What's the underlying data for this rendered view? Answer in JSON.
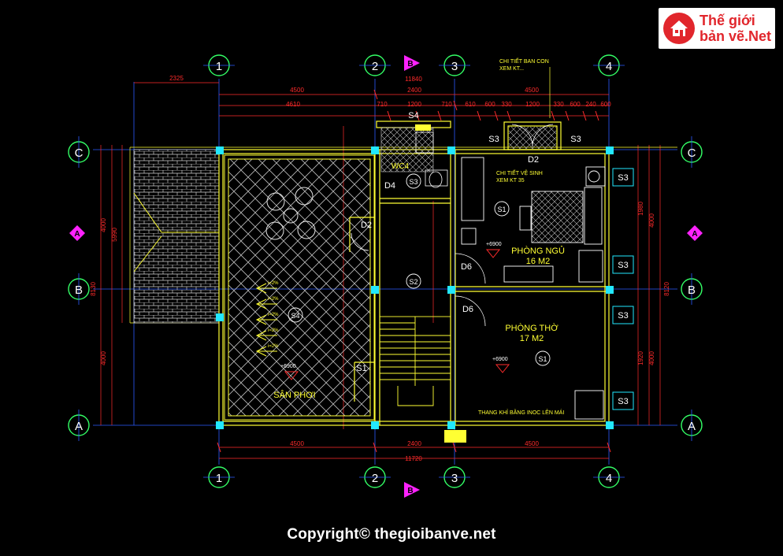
{
  "logo": {
    "line1": "Thế giới",
    "line2": "bản vẽ.Net"
  },
  "copyright": "Copyright© thegioibanve.net",
  "grid": {
    "col1": "1",
    "col2": "2",
    "col3": "3",
    "col4": "4",
    "rowA": "A",
    "rowB": "B",
    "rowC": "C",
    "secA": "A",
    "secB": "B"
  },
  "dims": {
    "top_2325": "2325",
    "top_11840": "11840",
    "top_4500a": "4500",
    "top_2400": "2400",
    "top_4500b": "4500",
    "top_4610": "4610",
    "top_710a": "710",
    "top_1200a": "1200",
    "top_710b": "710",
    "top_610": "610",
    "top_600a": "600",
    "top_330a": "330",
    "top_1200b": "1200",
    "top_330b": "330",
    "top_600b": "600",
    "top_240": "240",
    "top_600c": "600",
    "bot_4500a": "4500",
    "bot_2400": "2400",
    "bot_4500b": "4500",
    "bot_11720": "11720",
    "left_4000a": "4000",
    "left_5990": "5990",
    "left_8130": "8130",
    "left_4000b": "4000",
    "right_1980": "1980",
    "right_4000a": "4000",
    "right_8120": "8120",
    "right_1920": "1920",
    "right_4000b": "4000"
  },
  "labels": {
    "chi_tiet_ban_con_1": "CHI TIẾT BAN CON",
    "chi_tiet_ban_con_2": "XEM KT...",
    "chi_tiet_ve_sinh_1": "CHI TIẾT VỆ SINH",
    "chi_tiet_ve_sinh_2": "XEM KT 35",
    "wc4": "WC4",
    "phong_ngu": "PHÒNG NGỦ",
    "phong_ngu_area": "16 M2",
    "phong_tho": "PHÒNG THỜ",
    "phong_tho_area": "17 M2",
    "san_phoi": "SÂN PHƠI",
    "thang_khi": "THANG KHỈ BẰNG INOC LÊN MÁI",
    "level_1": "+6900",
    "level_2": "+6900",
    "level_3": "+6900",
    "slope_1": "i=2%",
    "slope_2": "i=2%",
    "slope_3": "i=2%",
    "slope_4": "i=2%",
    "slope_5": "i=2%"
  },
  "tags": {
    "d2_top": "D2",
    "d2_left": "D2",
    "d4": "D4",
    "d6a": "D6",
    "d6b": "D6",
    "s1a": "S1",
    "s1b": "S1",
    "s1c": "S1",
    "s2": "S2",
    "s3_wc": "S3",
    "s3_tl": "S3",
    "s3_tr": "S3",
    "s3_r1": "S3",
    "s3_r2": "S3",
    "s3_r3": "S3",
    "s3_r4": "S3",
    "s4_top": "S4",
    "s4_balc": "S4"
  },
  "colors": {
    "dim": "#ff2b2b",
    "wall": "#ffff33",
    "grid_axis": "#2b6bff",
    "bubble": "#33ff66",
    "room_text": "#ffff33",
    "tag_text": "#ffffff",
    "hatch": "#c8c8c8"
  }
}
